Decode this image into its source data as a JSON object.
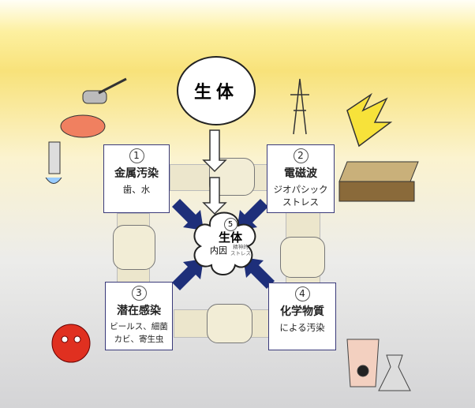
{
  "top_label": "生体",
  "factors": [
    {
      "num": "1",
      "title": "金属汚染",
      "sub": [
        "歯、水"
      ]
    },
    {
      "num": "2",
      "title": "電磁波",
      "sub": [
        "ジオパシック",
        "ストレス"
      ]
    },
    {
      "num": "3",
      "title": "潜在感染",
      "sub": [
        "ビールス、細菌",
        "カビ、寄生虫"
      ]
    },
    {
      "num": "4",
      "title": "化学物質",
      "sub": [
        "による汚染"
      ]
    }
  ],
  "center": {
    "num": "5",
    "title": "生体",
    "internal": "内因",
    "stress": [
      "精神的",
      "ストレス"
    ]
  },
  "colors": {
    "arrow": "#1e2f7a",
    "arm": "#ece6cc"
  }
}
